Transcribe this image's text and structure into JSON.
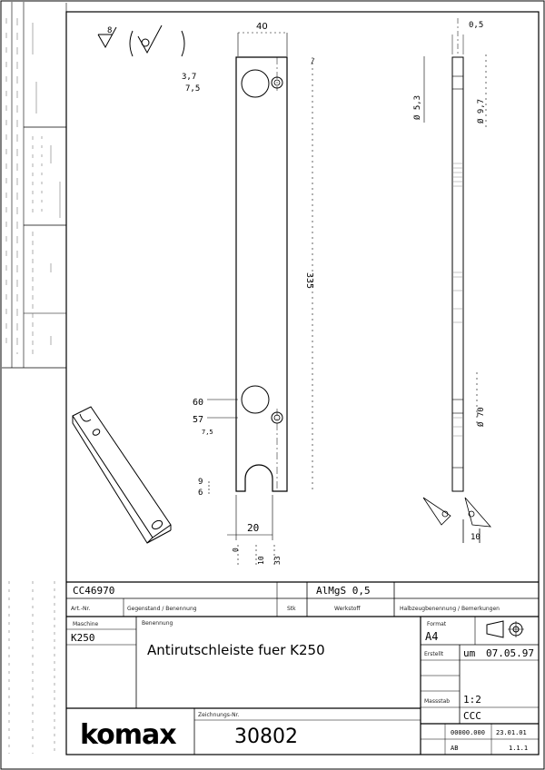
{
  "drawing": {
    "surface_symbol": "8",
    "dim_top_width": "40",
    "dim_right_thickness": "0,5",
    "dim_hole_top_a": "3,7",
    "dim_hole_top_b": "7,5",
    "dim_length": "335",
    "dim_hole_diam": "Ø 5,3",
    "dim_counterbore": "Ø 9,7",
    "dim_lower_a": "60",
    "dim_lower_b": "57",
    "dim_lower_c": "7,5",
    "dim_slot_a": "9",
    "dim_slot_b": "6",
    "dim_bottom_width": "20",
    "dim_bottom_a": "0",
    "dim_bottom_b": "10",
    "dim_bottom_c": "33",
    "dim_right_lower": "Ø 70",
    "dim_right_bottom": "10"
  },
  "title_block": {
    "part_no": "CC46970",
    "material": "AlMgS 0,5",
    "col_part_label": "Art.-Nr.",
    "col_name_label": "Gegenstand / Benennung",
    "col_qty_label": "Stk",
    "col_material_label": "Werkstoff",
    "col_semi_label": "Halbzeugbenennung / Bemerkungen",
    "machine_label": "Maschine",
    "machine": "K250",
    "drawing_label": "Benennung",
    "title": "Antirutschleiste fuer K250",
    "format_label": "Format",
    "format": "A4",
    "date_row_label": "Erstellt",
    "date": "07.05.97",
    "date_prefix": "um",
    "scale_label": "Massstab",
    "scale": "1:2",
    "drawn_by": "CCC",
    "brand": "komax",
    "drawing_no_label": "Zeichnungs-Nr.",
    "drawing_no": "30802",
    "rev_row_1_a": "00000.000",
    "rev_row_1_b": "23.01.01",
    "rev_row_2_a": "AB",
    "rev_row_2_b": "1.1.1"
  }
}
